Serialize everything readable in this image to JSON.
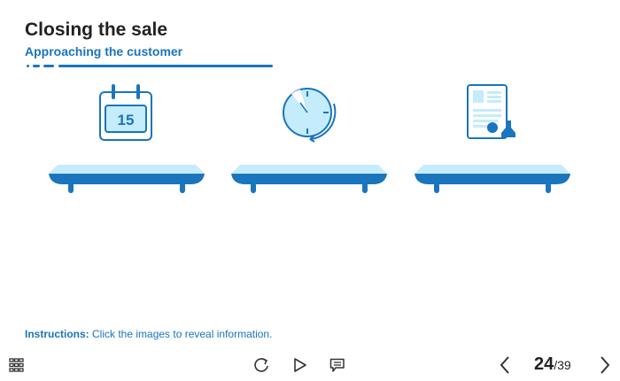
{
  "header": {
    "title": "Closing the sale",
    "subtitle": "Approaching the customer"
  },
  "items": [
    {
      "icon": "calendar-icon",
      "calendar_day": "15"
    },
    {
      "icon": "clock-icon"
    },
    {
      "icon": "contract-document-icon"
    }
  ],
  "instructions": {
    "label": "Instructions:",
    "text": " Click the images to reveal information."
  },
  "footer": {
    "current_page": "24",
    "total_pages": "/39"
  },
  "colors": {
    "accent": "#1a75bc",
    "light": "#c4ecfb"
  }
}
